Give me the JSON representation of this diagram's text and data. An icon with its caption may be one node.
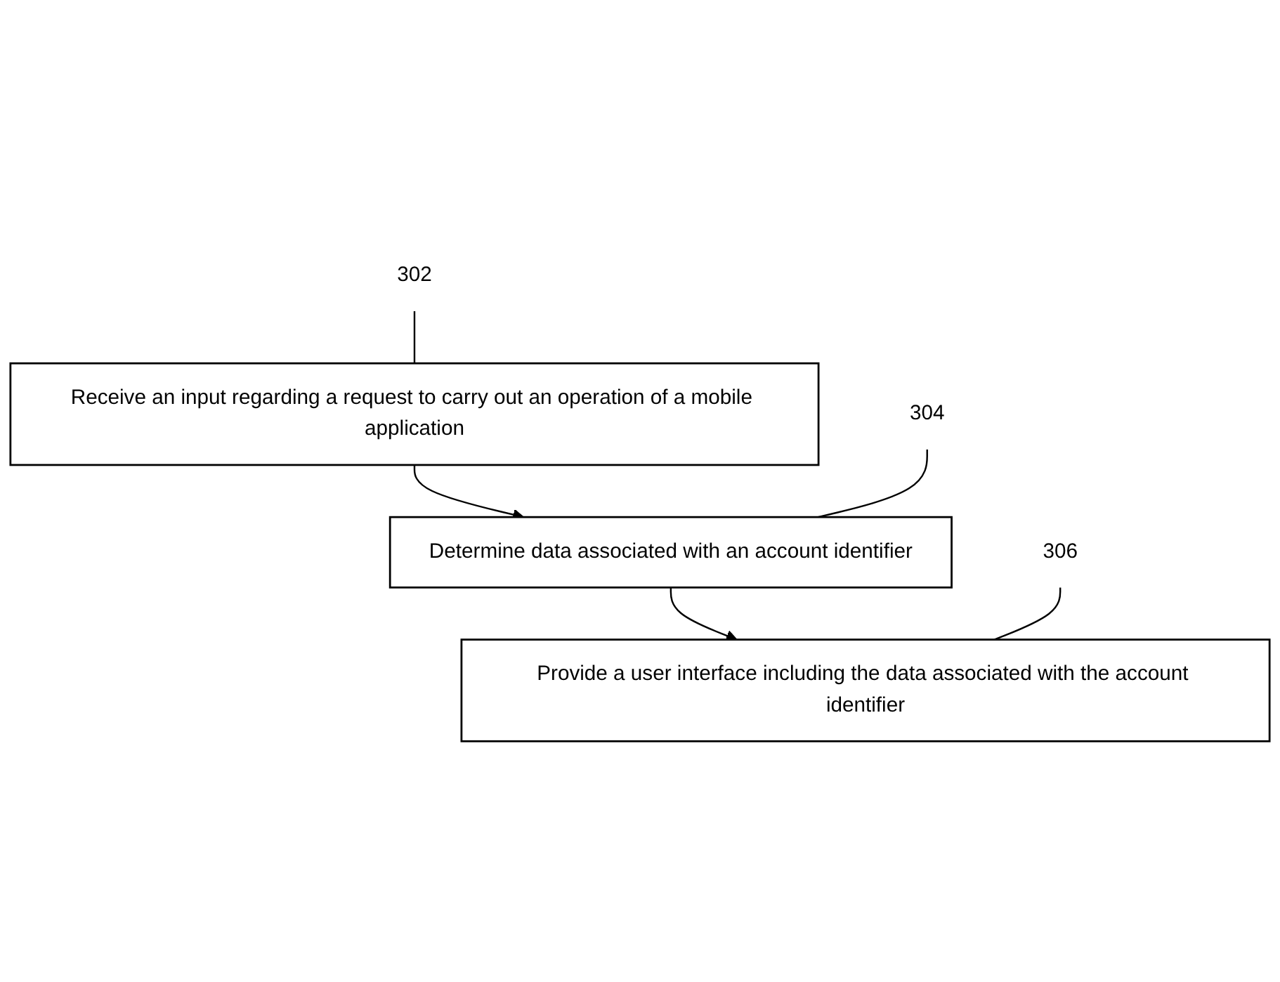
{
  "diagram": {
    "nodes": [
      {
        "text": [
          "302"
        ]
      },
      {
        "text": [
          "Receive an input regarding a request to carry out an operation of a mobile application"
        ]
      },
      {
        "text": [
          "304"
        ]
      },
      {
        "text": [
          "Determine data associated with an account identifier"
        ]
      },
      {
        "text": [
          "306"
        ]
      },
      {
        "text": [
          "Provide a user interface including the data associated with the account identifier"
        ]
      }
    ],
    "edges": [
      {
        "from": 0,
        "to": 1,
        "arrow": "none"
      },
      {
        "from": 1,
        "to": 3,
        "arrow": "to"
      },
      {
        "from": 2,
        "to": 3,
        "arrow": "none"
      },
      {
        "from": 3,
        "to": 5,
        "arrow": "to"
      },
      {
        "from": 4,
        "to": 5,
        "arrow": "none"
      }
    ]
  }
}
